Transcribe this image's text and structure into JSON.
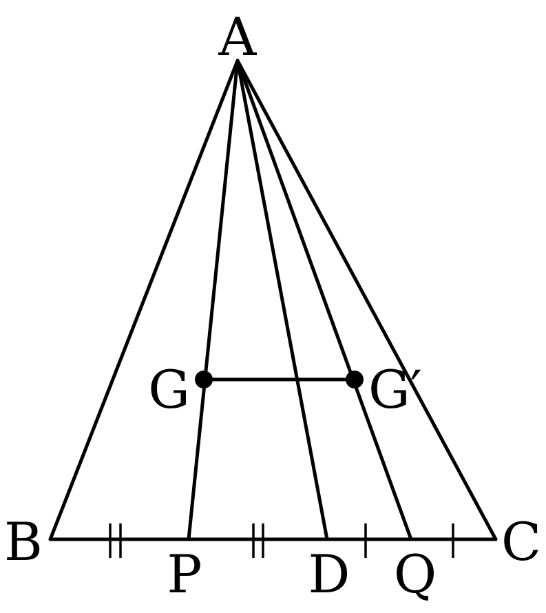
{
  "labels": {
    "A": "A",
    "B": "B",
    "C": "C",
    "P": "P",
    "D": "D",
    "Q": "Q",
    "G": "G",
    "G_prime": "G′"
  },
  "colors": {
    "stroke": "#000000",
    "background": "#ffffff"
  }
}
